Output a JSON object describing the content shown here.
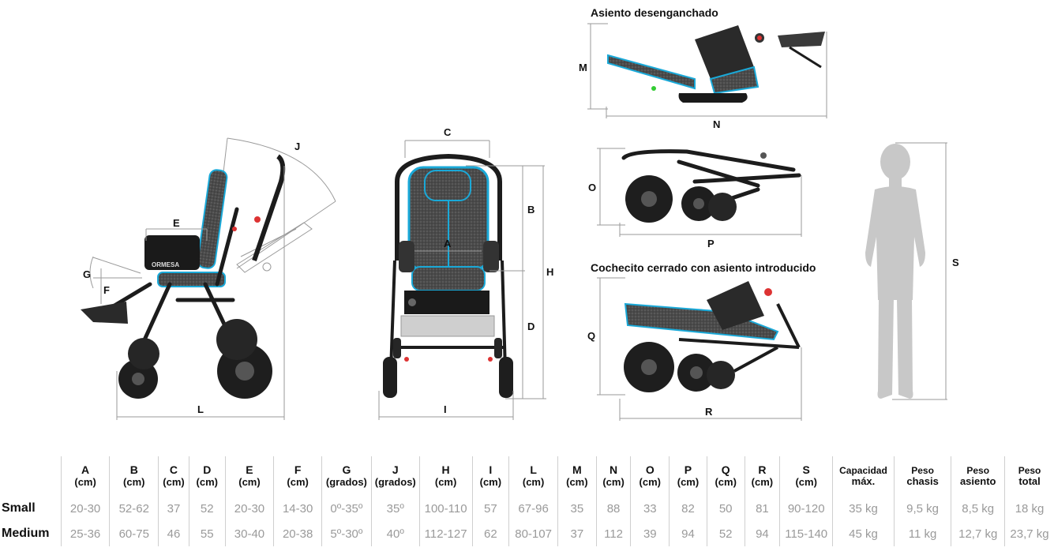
{
  "captions": {
    "seat_detached": "Asiento desenganchado",
    "folded_with_seat": "Cochecito cerrado con asiento introducido"
  },
  "brand_label": "ORMESA",
  "dimension_letters": {
    "A": "A",
    "B": "B",
    "C": "C",
    "D": "D",
    "E": "E",
    "F": "F",
    "G": "G",
    "H": "H",
    "I": "I",
    "J": "J",
    "L": "L",
    "M": "M",
    "N": "N",
    "O": "O",
    "P": "P",
    "Q": "Q",
    "R": "R",
    "S": "S"
  },
  "table": {
    "headers": [
      {
        "name": "A",
        "unit": "(cm)"
      },
      {
        "name": "B",
        "unit": "(cm)"
      },
      {
        "name": "C",
        "unit": "(cm)"
      },
      {
        "name": "D",
        "unit": "(cm)"
      },
      {
        "name": "E",
        "unit": "(cm)"
      },
      {
        "name": "F",
        "unit": "(cm)"
      },
      {
        "name": "G",
        "unit": "(grados)"
      },
      {
        "name": "J",
        "unit": "(grados)"
      },
      {
        "name": "H",
        "unit": "(cm)"
      },
      {
        "name": "I",
        "unit": "(cm)"
      },
      {
        "name": "L",
        "unit": "(cm)"
      },
      {
        "name": "M",
        "unit": "(cm)"
      },
      {
        "name": "N",
        "unit": "(cm)"
      },
      {
        "name": "O",
        "unit": "(cm)"
      },
      {
        "name": "P",
        "unit": "(cm)"
      },
      {
        "name": "Q",
        "unit": "(cm)"
      },
      {
        "name": "R",
        "unit": "(cm)"
      },
      {
        "name": "S",
        "unit": "(cm)"
      },
      {
        "name": "Capacidad",
        "unit": "máx."
      },
      {
        "name": "Peso",
        "unit": "chasis"
      },
      {
        "name": "Peso",
        "unit": "asiento"
      },
      {
        "name": "Peso",
        "unit": "total"
      }
    ],
    "rows": [
      {
        "label": "Small",
        "values": [
          "20-30",
          "52-62",
          "37",
          "52",
          "20-30",
          "14-30",
          "0º-35º",
          "35º",
          "100-110",
          "57",
          "67-96",
          "35",
          "88",
          "33",
          "82",
          "50",
          "81",
          "90-120",
          "35 kg",
          "9,5 kg",
          "8,5 kg",
          "18 kg"
        ]
      },
      {
        "label": "Medium",
        "values": [
          "25-36",
          "60-75",
          "46",
          "55",
          "30-40",
          "20-38",
          "5º-30º",
          "40º",
          "112-127",
          "62",
          "80-107",
          "37",
          "112",
          "39",
          "94",
          "52",
          "94",
          "115-140",
          "45 kg",
          "11 kg",
          "12,7 kg",
          "23,7 kg"
        ]
      }
    ]
  },
  "colors": {
    "frame": "#1c1c1c",
    "fabric": "#4a4a4a",
    "accent": "#1aa9d8",
    "dimension_line": "#9a9a9a",
    "silhouette": "#c8c8c8",
    "value_text": "#9a9a9a"
  }
}
